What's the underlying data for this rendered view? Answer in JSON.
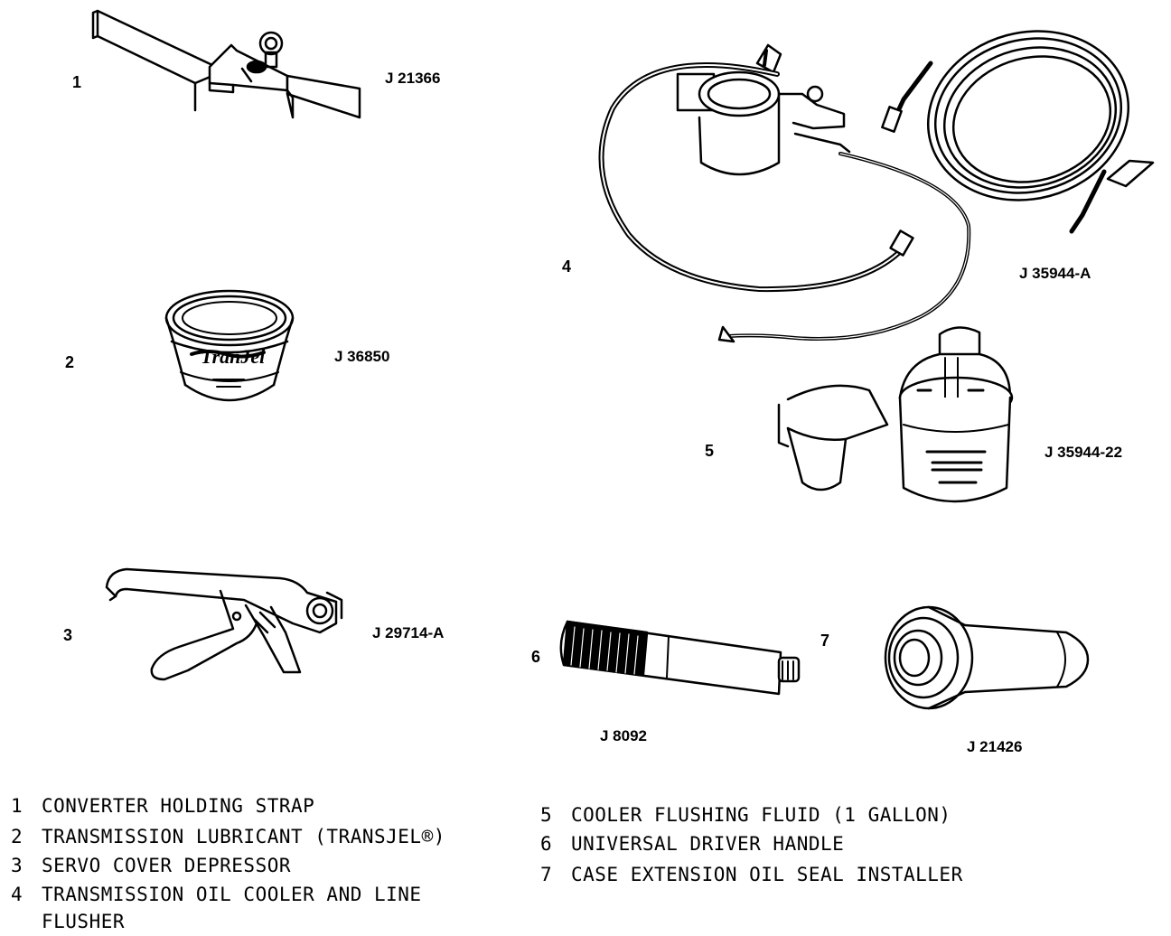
{
  "tools": [
    {
      "number": "1",
      "part_number": "J 21366"
    },
    {
      "number": "2",
      "part_number": "J 36850"
    },
    {
      "number": "3",
      "part_number": "J 29714-A"
    },
    {
      "number": "4",
      "part_number": "J 35944-A"
    },
    {
      "number": "5",
      "part_number": "J 35944-22"
    },
    {
      "number": "6",
      "part_number": "J 8092"
    },
    {
      "number": "7",
      "part_number": "J 21426"
    }
  ],
  "legend": [
    {
      "number": "1",
      "text": "CONVERTER HOLDING STRAP"
    },
    {
      "number": "2",
      "text": "TRANSMISSION LUBRICANT (TRANSJEL®)"
    },
    {
      "number": "3",
      "text": "SERVO COVER DEPRESSOR"
    },
    {
      "number": "4",
      "text": "TRANSMISSION OIL COOLER AND LINE",
      "continuation": "FLUSHER"
    },
    {
      "number": "5",
      "text": "COOLER FLUSHING FLUID (1 GALLON)"
    },
    {
      "number": "6",
      "text": "UNIVERSAL DRIVER HANDLE"
    },
    {
      "number": "7",
      "text": "CASE EXTENSION OIL SEAL INSTALLER"
    }
  ],
  "tub_label_text": "TranJel"
}
